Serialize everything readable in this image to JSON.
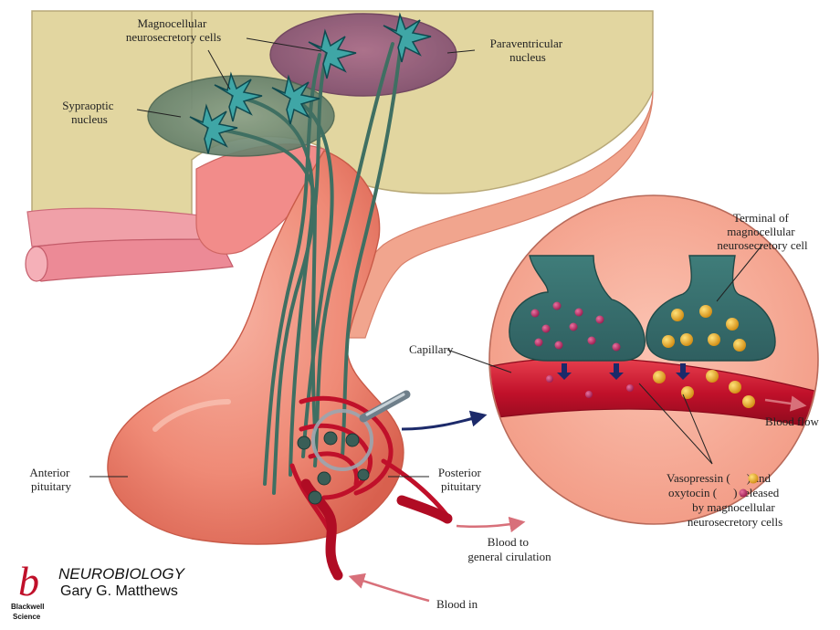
{
  "labels": {
    "magnocellular_cells": [
      "Magnocellular",
      "neurosecretory cells"
    ],
    "supraoptic": [
      "Sypraoptic",
      "nucleus"
    ],
    "paraventricular": [
      "Paraventricular",
      "nucleus"
    ],
    "terminal": [
      "Terminal of",
      "magnocellular",
      "neurosecretory cell"
    ],
    "capillary": "Capillary",
    "blood_flow": "Blood flow",
    "vasopressin": [
      "Vasopressin (",
      ") and"
    ],
    "oxytocin": [
      "oxytocin (",
      ") released"
    ],
    "released_by": [
      "by magnocellular",
      "neurosecretory cells"
    ],
    "anterior": [
      "Anterior",
      "pituitary"
    ],
    "posterior": [
      "Posterior",
      "pituitary"
    ],
    "blood_to": [
      "Blood to",
      "general cirulation"
    ],
    "blood_in": "Blood in"
  },
  "credit": {
    "logo_letter": "b",
    "publisher": [
      "Blackwell",
      "Science"
    ],
    "title": "NEUROBIOLOGY",
    "author": "Gary G. Matthews"
  },
  "colors": {
    "brain_tissue": "#e2d6a0",
    "pituitary": "#f08a78",
    "axon": "#3f6f62",
    "vasopressin_granule": "#f2b632",
    "oxytocin_granule": "#c4306a",
    "blood_vessel": "#c0102a"
  }
}
